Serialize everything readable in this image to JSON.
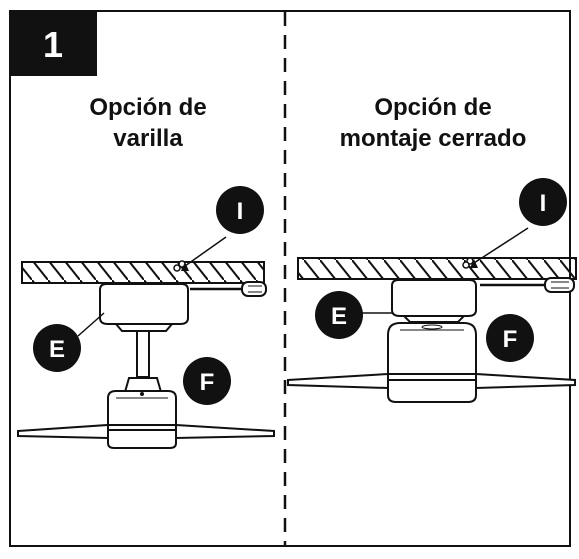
{
  "step": {
    "number": "1"
  },
  "panels": [
    {
      "title_line1": "Opción de",
      "title_line2": "varilla",
      "callouts": {
        "canopy": "E",
        "motor": "F",
        "screw": "I"
      }
    },
    {
      "title_line1": "Opción de",
      "title_line2": "montaje cerrado",
      "callouts": {
        "canopy": "E",
        "motor": "F",
        "screw": "I"
      }
    }
  ],
  "colors": {
    "ink": "#111111",
    "background": "#ffffff"
  }
}
